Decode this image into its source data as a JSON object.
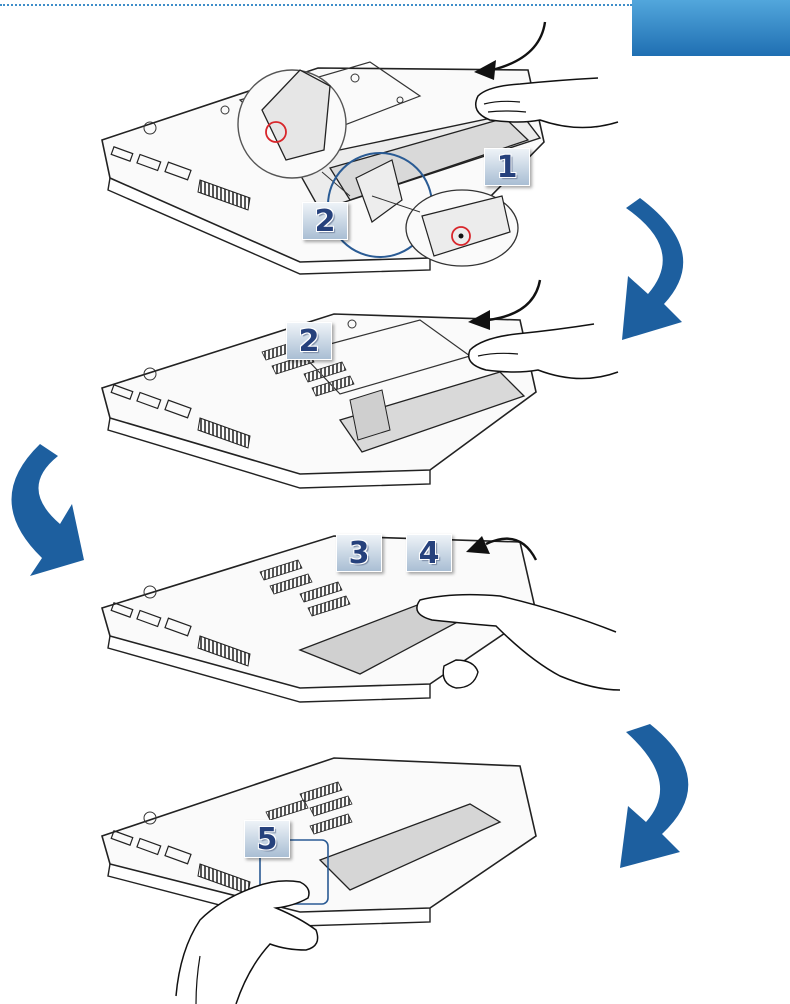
{
  "steps": [
    {
      "id": "step-1",
      "label": "1"
    },
    {
      "id": "step-2a",
      "label": "2"
    },
    {
      "id": "step-2b",
      "label": "2"
    },
    {
      "id": "step-3",
      "label": "3"
    },
    {
      "id": "step-4",
      "label": "4"
    },
    {
      "id": "step-5",
      "label": "5"
    }
  ],
  "colors": {
    "accent": "#1f6fb2",
    "arrow": "#1d5f9f",
    "badge_text": "#26417c",
    "highlight_ring": "#2a5b94",
    "mark_red": "#d8262b"
  },
  "icons": [
    "rotate-arrow-icon",
    "slide-direction-arrow-icon",
    "hand-icon",
    "laptop-icon",
    "battery-icon"
  ]
}
